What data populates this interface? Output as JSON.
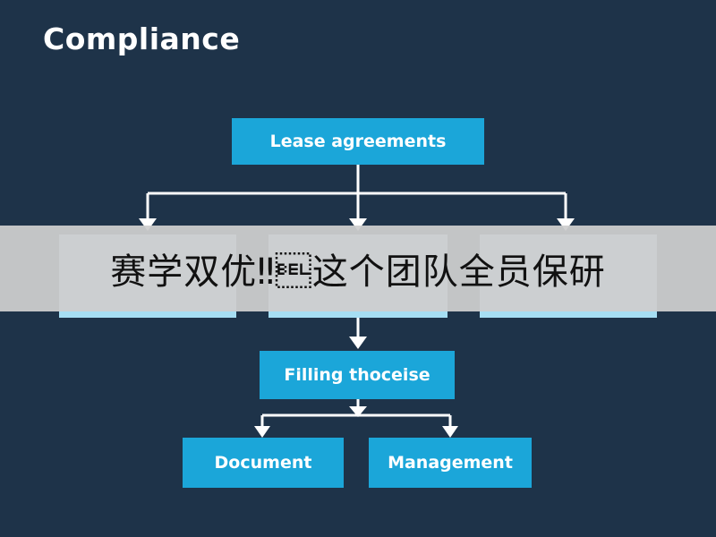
{
  "title": "Compliance",
  "nodes": {
    "root": "Lease agreements",
    "child_left": "",
    "child_middle": "",
    "child_right": "",
    "process": "Filling thoceise",
    "leaf_left": "Document",
    "leaf_right": "Management"
  },
  "banner": {
    "text": "赛学双优‼\u0007这个团队全员保研"
  },
  "colors": {
    "background": "#1e3349",
    "box": "#1ba6d9",
    "box_light": "#a6def3",
    "text": "#ffffff"
  }
}
